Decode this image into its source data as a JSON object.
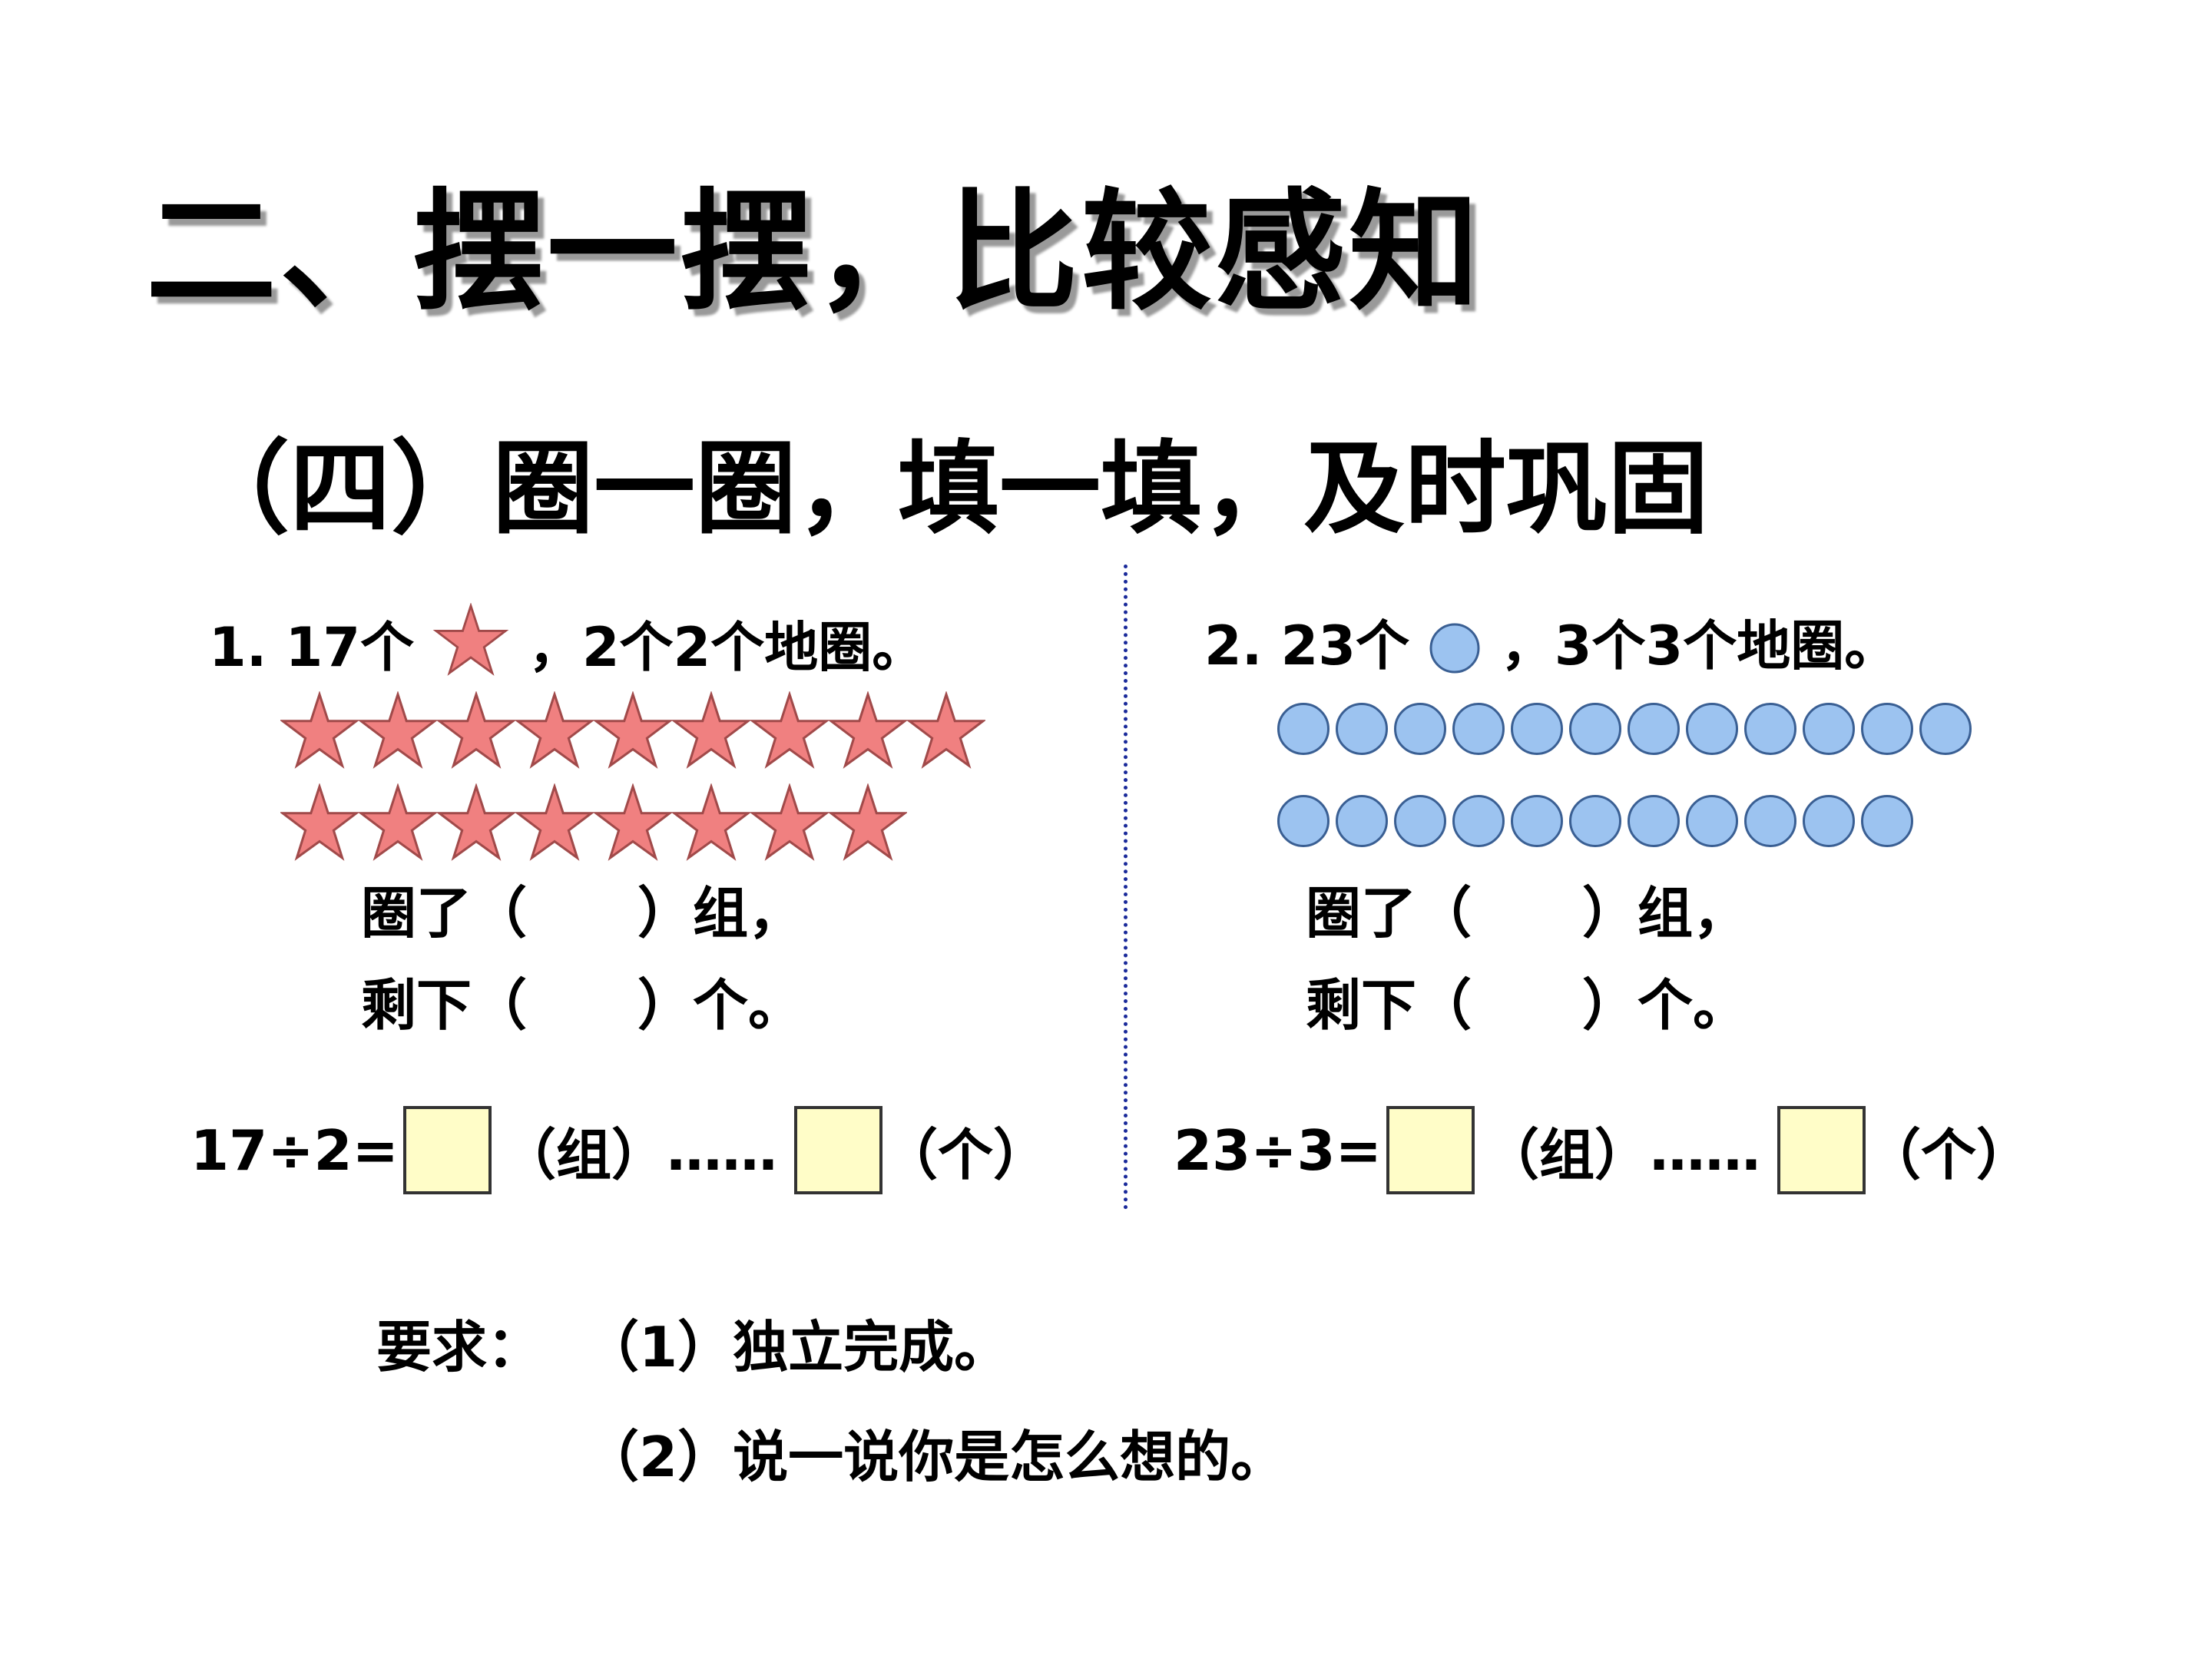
{
  "title": "二、摆一摆，比较感知",
  "subtitle": "（四）圈一圈，填一填，及时巩固",
  "problem1": {
    "prefix": "1. 17个",
    "icon": "star-icon",
    "suffix": "，2个2个地圈。",
    "star_color": "#f08080",
    "row1_count": 9,
    "row2_count": 8,
    "fill_line1": "圈了（　　）组，",
    "fill_line2": "剩下（　　）个。",
    "equation_lhs": "17÷2=",
    "group_unit": "（组）",
    "ellipsis": "……",
    "remainder_unit": "（个）"
  },
  "problem2": {
    "prefix": "2. 23个",
    "icon": "circle-icon",
    "suffix": "，3个3个地圈。",
    "circle_color": "#9cc3f0",
    "row1_count": 12,
    "row2_count": 11,
    "fill_line1": "圈了（　　）组，",
    "fill_line2": "剩下（　　）个。",
    "equation_lhs": "23÷3=",
    "group_unit": "（组）",
    "ellipsis": "……",
    "remainder_unit": "（个）"
  },
  "requirements": {
    "label": "要求：",
    "item1": "（1）独立完成。",
    "item2": "（2）说一说你是怎么想的。"
  }
}
